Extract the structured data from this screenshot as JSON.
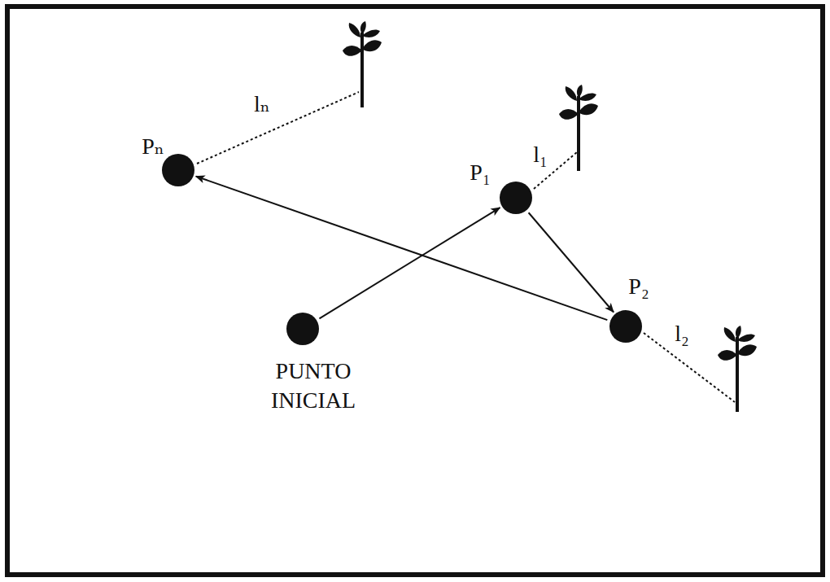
{
  "diagram": {
    "nodes": [
      {
        "text": [
          "Pₙ"
        ]
      },
      {
        "text": [
          "P₁"
        ]
      },
      {
        "text": [
          "P₂"
        ]
      },
      {
        "text": [
          "PUNTO INICIAL"
        ]
      }
    ],
    "edges": [
      {
        "from": 3,
        "to": 1,
        "arrow": "to"
      },
      {
        "from": 1,
        "to": 2,
        "arrow": "to"
      },
      {
        "from": 2,
        "to": 0,
        "arrow": "to"
      }
    ],
    "labels": [
      "lₙ",
      "l₁",
      "l₂"
    ]
  }
}
